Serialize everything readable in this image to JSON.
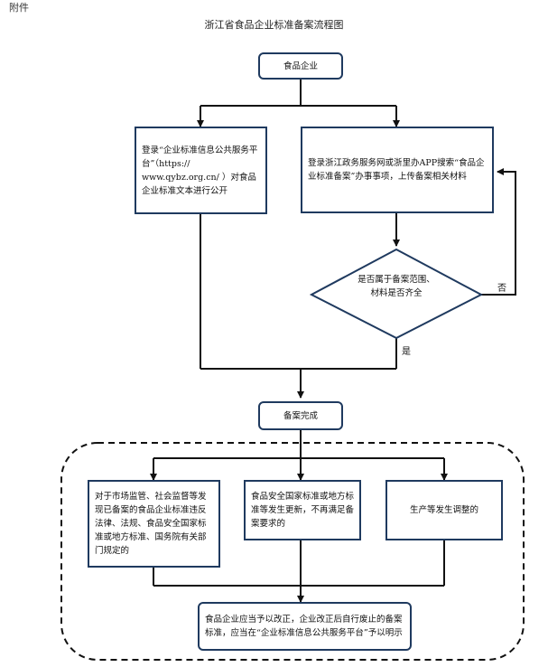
{
  "header": {
    "attachment": "附件",
    "title": "浙江省食品企业标准备案流程图"
  },
  "nodes": {
    "start": "食品企业",
    "platform_publish": "登录“企业标准信息公共服务平台”（https:// www.qybz.org.cn/ ）对食品企业标准文本进行公开",
    "zhejiang_upload": "登录浙江政务服务网或浙里办APP搜索“食品企业标准备案”办事事项，上传备案相关材料",
    "decision": "是否属于备案范围、材料是否齐全",
    "complete": "备案完成",
    "case_violation": "对于市场监管、社会监督等发现已备案的食品企业标准违反法律、法规、食品安全国家标准或地方标准、国务院有关部门规定的",
    "case_standard_change": "食品安全国家标准或地方标准等发生更新，不再满足备案要求的",
    "case_production_change": "生产等发生调整的",
    "final": "食品企业应当予以改正，企业改正后自行废止的备案标准，应当在“企业标准信息公共服务平台”予以明示"
  },
  "edges": {
    "yes": "是",
    "no": "否"
  },
  "colors": {
    "box_border": "#1f3a5f",
    "line": "#111111"
  }
}
